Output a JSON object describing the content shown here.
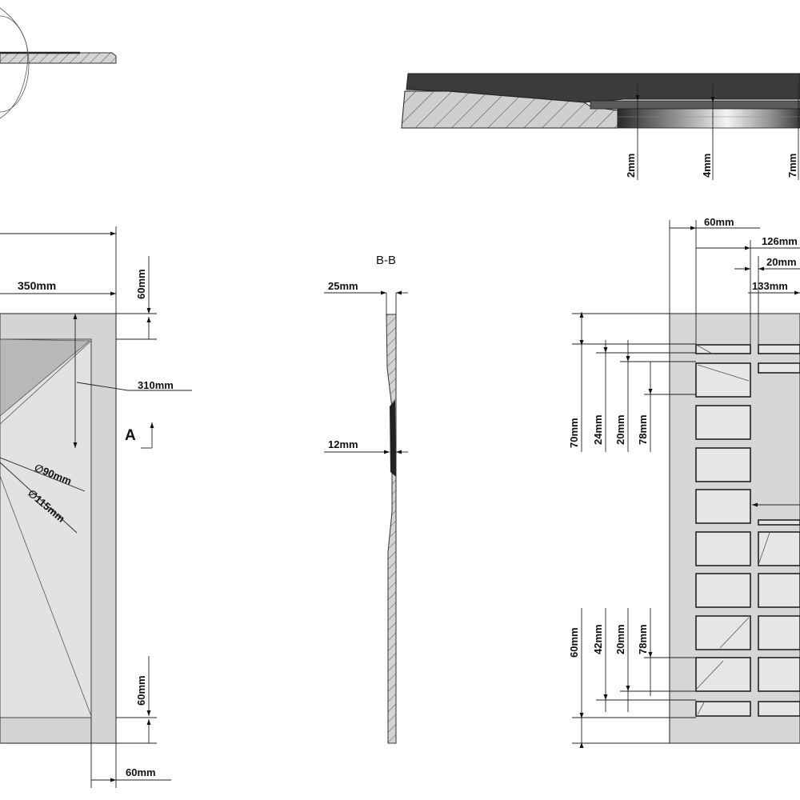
{
  "section_label": "B-B",
  "view_label": "A",
  "detail_top": {
    "depths": [
      "2mm",
      "4mm",
      "7mm"
    ]
  },
  "front_view": {
    "width_label": "350mm",
    "top_border": "60mm",
    "bottom_border": "60mm",
    "side_border": "60mm",
    "slope_length": "310mm",
    "drain_inner": "∅90mm",
    "drain_outer": "∅115mm"
  },
  "section_view": {
    "thickness": "25mm",
    "recess": "12mm"
  },
  "grid_view": {
    "offset_left": "60mm",
    "offset_126": "126mm",
    "offset_20": "20mm",
    "offset_133": "133mm",
    "upper_dims": [
      "70mm",
      "24mm",
      "20mm",
      "78mm"
    ],
    "lower_dims": [
      "60mm",
      "42mm",
      "20mm",
      "78mm"
    ]
  }
}
